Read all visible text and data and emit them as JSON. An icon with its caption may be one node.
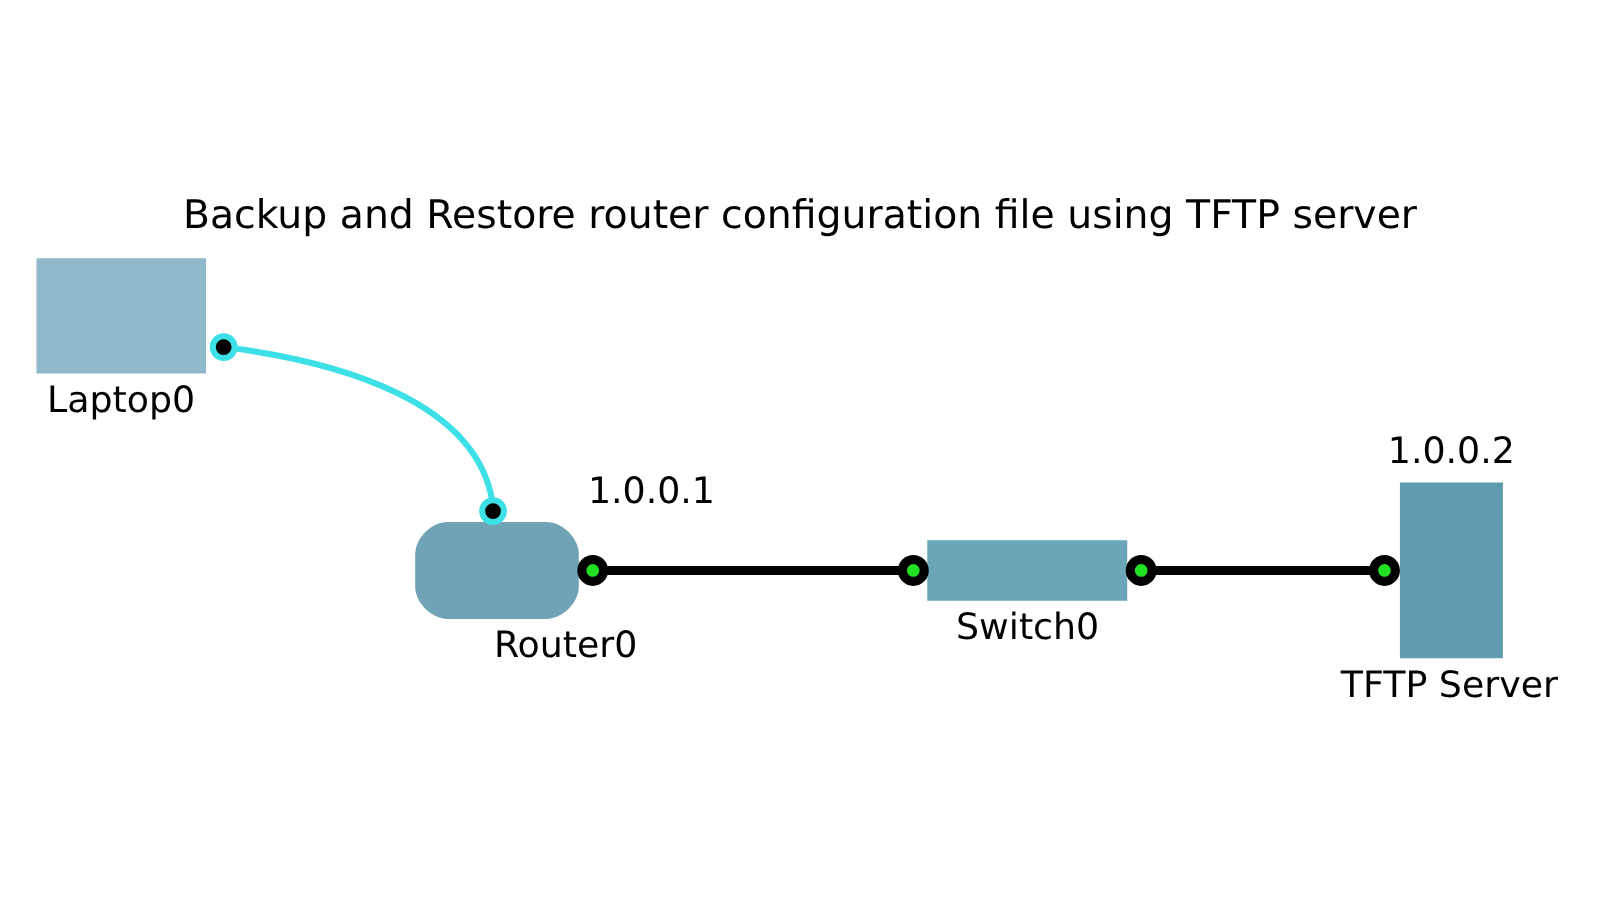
{
  "diagram": {
    "title": "Backup and Restore router configuration file using TFTP server",
    "nodes": [
      {
        "text": [
          "Laptop0"
        ]
      },
      {
        "text": [
          "Router0"
        ],
        "beside": [
          "1.0.0.1"
        ]
      },
      {
        "text": [
          "Switch0"
        ]
      },
      {
        "text": [
          "TFTP Server"
        ],
        "beside": [
          "1.0.0.2"
        ]
      }
    ],
    "edges": [
      {
        "from": 0,
        "to": 1,
        "arrow": "other",
        "color": "#3ee0e8"
      },
      {
        "from": 1,
        "to": 2,
        "arrow": "other"
      },
      {
        "from": 2,
        "to": 3,
        "arrow": "other"
      }
    ]
  }
}
